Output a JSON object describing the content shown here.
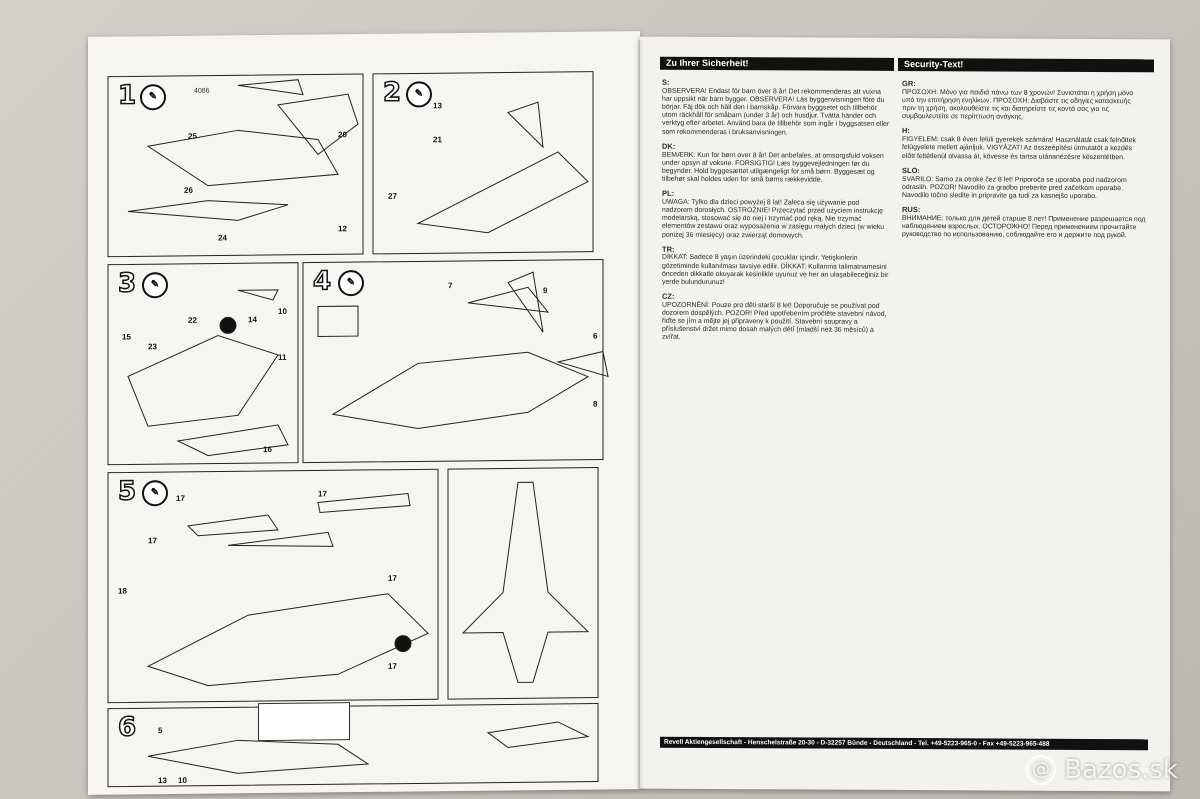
{
  "document": {
    "ref_code": "4086",
    "steps": [
      {
        "number": "1",
        "parts": [
          "25",
          "26",
          "24",
          "20",
          "12"
        ]
      },
      {
        "number": "2",
        "parts": [
          "13",
          "21",
          "27"
        ]
      },
      {
        "number": "3",
        "parts": [
          "14",
          "22",
          "10",
          "15",
          "23",
          "11",
          "16"
        ]
      },
      {
        "number": "4",
        "parts": [
          "7",
          "9",
          "6",
          "8"
        ]
      },
      {
        "number": "5",
        "parts": [
          "17",
          "18",
          "17",
          "17",
          "17",
          "17"
        ]
      },
      {
        "number": "6",
        "parts": [
          "5",
          "13",
          "10"
        ]
      }
    ],
    "icons": {
      "glue": "glue-icon",
      "decal": "decal-icon",
      "paint": "paint-icon"
    }
  },
  "safety": {
    "header_left": "Zu Ihrer Sicherheit!",
    "header_right": "Security-Text!",
    "columns": {
      "left": [
        {
          "code": "S:",
          "text": "OBSERVERA! Endast för barn över 8 år! Det rekommenderas att vuxna har uppsikt när barn bygger. OBSERVERA! Läs byggenvisningen före du börjar. Fäj dök och häll den i barnskåp. Förvara byggsetet och tillbehör utom räckhåll för småbarn (under 3 år) och husdjur. Tvätta händer och verktyg efter arbetet. Använd bara de tillbehör som ingår i byggsatsen eller som rekommenderas i bruksanvisningen."
        },
        {
          "code": "DK:",
          "text": "BEMÆRK: Kun for børn over 8 år! Det anbefales, at omsorgsfuld voksen under opsyn af voksne. FORSIGTIG! Læs byggevejledningen før du begynder. Hold byggesættet utilgængeligt for små børn. Byggesæt og tilbehør skal holdes uden for små børns rækkevidde."
        },
        {
          "code": "PL:",
          "text": "UWAGA: Tylko dla dzieci powyżej 8 lat! Zaleca się używanie pod nadzorem dorosłych. OSTROŻNIE! Przeczytać przed użyciem instrukcję modelarską, stosować się do niej i trzymać pod ręką. Nie trzymać elementów zestawu oraz wyposażenia w zasięgu małych dzieci (w wieku poniżej 36 miesięcy) oraz zwierząt domowych."
        },
        {
          "code": "TR:",
          "text": "DİKKAT: Sadece 8 yaşın üzerindeki çocuklar içindir. Yetişkinlerin gözetiminde kullanılması tavsiye edilir. DİKKAT: Kullanma talimatnamesini önceden dikkatle okuyarak kesinlikle uyunuz ve her an ulaşabileceğiniz bir yerde bulundurunuz!"
        },
        {
          "code": "CZ:",
          "text": "UPOZORNĚNÍ: Pouze pro děti starší 8 let! Doporučuje se používat pod dozorem dospělých. POZOR! Před upotřebením pročtěte stavební návod, řiďte se jím a mějte jej připraveny k použití. Stavební soupravy a příslušenství držet mimo dosah malých dětí (mladší než 36 měsíců) a zvířat."
        }
      ],
      "right": [
        {
          "code": "GR:",
          "text": "ΠΡΟΣΟΧΗ: Μόνο για παιδιά πάνω των 8 χρονών! Συνιστάται η χρήση μόνο υπό την επιτήρηση ενηλίκων. ΠΡΟΣΟΧΗ: Διαβάστε τις οδηγίες κατασκευής πριν τη χρήση, ακολουθείστε τις και διατηρείστε τις κοντά σας για τις συμβουλευτείτε σε περίπτωση ανάγκης."
        },
        {
          "code": "H:",
          "text": "FIGYELEM: csak 8 éven felüli gyerekek számára! Használatát csak felnőttek felügyelete mellett ajánljuk. VIGYÁZAT! Az összeépítési útmutatót a kezdés előtt feltétlenül olvassa át, kövesse és tartsa utánanézésre készenlétben."
        },
        {
          "code": "SLO:",
          "text": "SVARILO: Samo za otroke čez 8 let! Priporoča se uporaba pod nadzorom odraslih. POZOR! Navodilo za gradbo preberite pred začetkom uporabe. Navodilo točno sledite in pripravite ga tudi za kasnejšo uporabo."
        },
        {
          "code": "RUS:",
          "text": "ВНИМАНИЕ: только для детей старше 8 лет! Применение разрешается под наблюдением взрослых. ОСТОРОЖНО! Перед применением прочитайте руководство по использованию, соблюдайте его и держите под рукой."
        }
      ]
    },
    "footer": "Revell Aktiengesellschaft - Henschelstraße 20-30 - D-32257 Bünde - Deutschland - Tel. +49-5223-965-0 - Fax +49-5223-965-488"
  },
  "watermark": {
    "text": "Bazos.sk",
    "logo": "bazos-logo-icon"
  }
}
